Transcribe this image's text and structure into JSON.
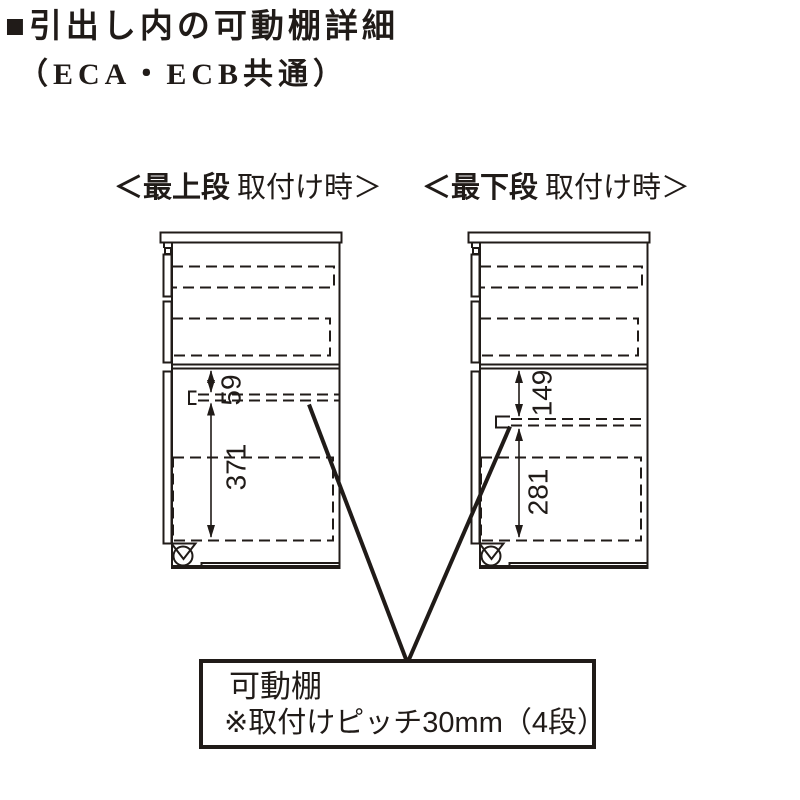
{
  "header": {
    "title": "■引出し内の可動棚詳細",
    "subtitle": "（ECA・ECB共通）"
  },
  "cabinets": {
    "left": {
      "label_strong": "＜最上段",
      "label_normal": "取付け時＞",
      "upper_dim": "59",
      "lower_dim": "371"
    },
    "right": {
      "label_strong": "＜最下段",
      "label_normal": "取付け時＞",
      "upper_dim": "149",
      "lower_dim": "281"
    }
  },
  "callout": {
    "title": "可動棚",
    "note": "※取付けピッチ30mm（4段）"
  },
  "colors": {
    "ink": "#201b18",
    "background": "#ffffff"
  }
}
